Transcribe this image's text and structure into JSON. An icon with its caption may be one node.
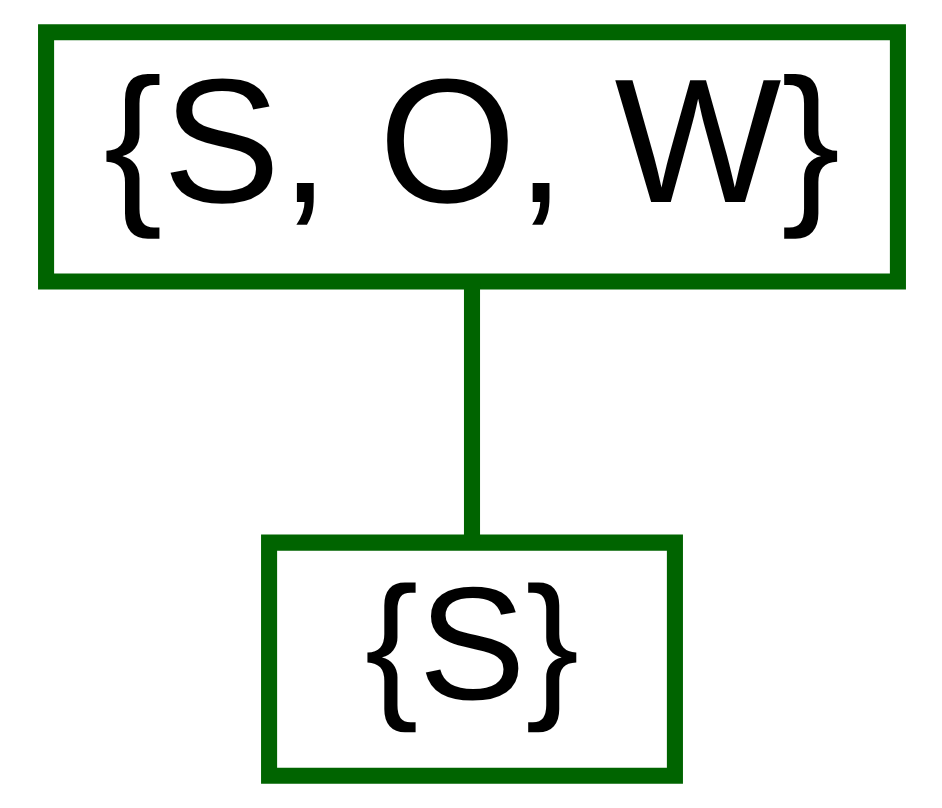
{
  "diagram": {
    "nodes": [
      {
        "text": [
          "{S, O, W}"
        ]
      },
      {
        "text": [
          "{S}"
        ]
      }
    ],
    "edges": [
      {
        "from": 0,
        "to": 1,
        "arrow": "none"
      }
    ]
  }
}
